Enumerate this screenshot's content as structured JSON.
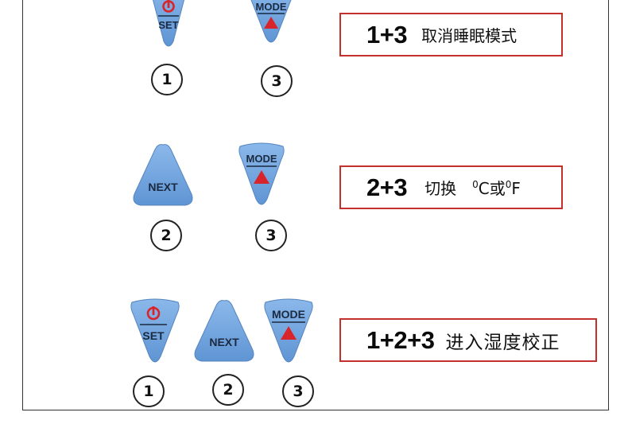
{
  "rows": [
    {
      "keys": [
        {
          "type": "set",
          "label": "SET",
          "icon": "power-icon",
          "number": "1"
        },
        {
          "type": "mode",
          "label": "MODE",
          "icon": "triangle-up-icon",
          "number": "3"
        }
      ],
      "combo": {
        "keys": "1+3",
        "description": "取消睡眠模式"
      }
    },
    {
      "keys": [
        {
          "type": "next",
          "label": "NEXT",
          "number": "2"
        },
        {
          "type": "mode",
          "label": "MODE",
          "icon": "triangle-up-icon",
          "number": "3"
        }
      ],
      "combo": {
        "keys": "2+3",
        "description_parts": [
          "切换",
          "0",
          "C或",
          "0",
          "F"
        ]
      }
    },
    {
      "keys": [
        {
          "type": "set",
          "label": "SET",
          "icon": "power-icon",
          "number": "1"
        },
        {
          "type": "next",
          "label": "NEXT",
          "number": "2"
        },
        {
          "type": "mode",
          "label": "MODE",
          "icon": "triangle-up-icon",
          "number": "3"
        }
      ],
      "combo": {
        "keys": "1+2+3",
        "description": "进入湿度校正"
      }
    }
  ],
  "colors": {
    "key_fill": "#6fa3dc",
    "key_edge": "#5b8fcb",
    "key_text": "#1a2a40",
    "power_red": "#d8252b",
    "box_border": "#c4302b",
    "frame": "#333333"
  }
}
